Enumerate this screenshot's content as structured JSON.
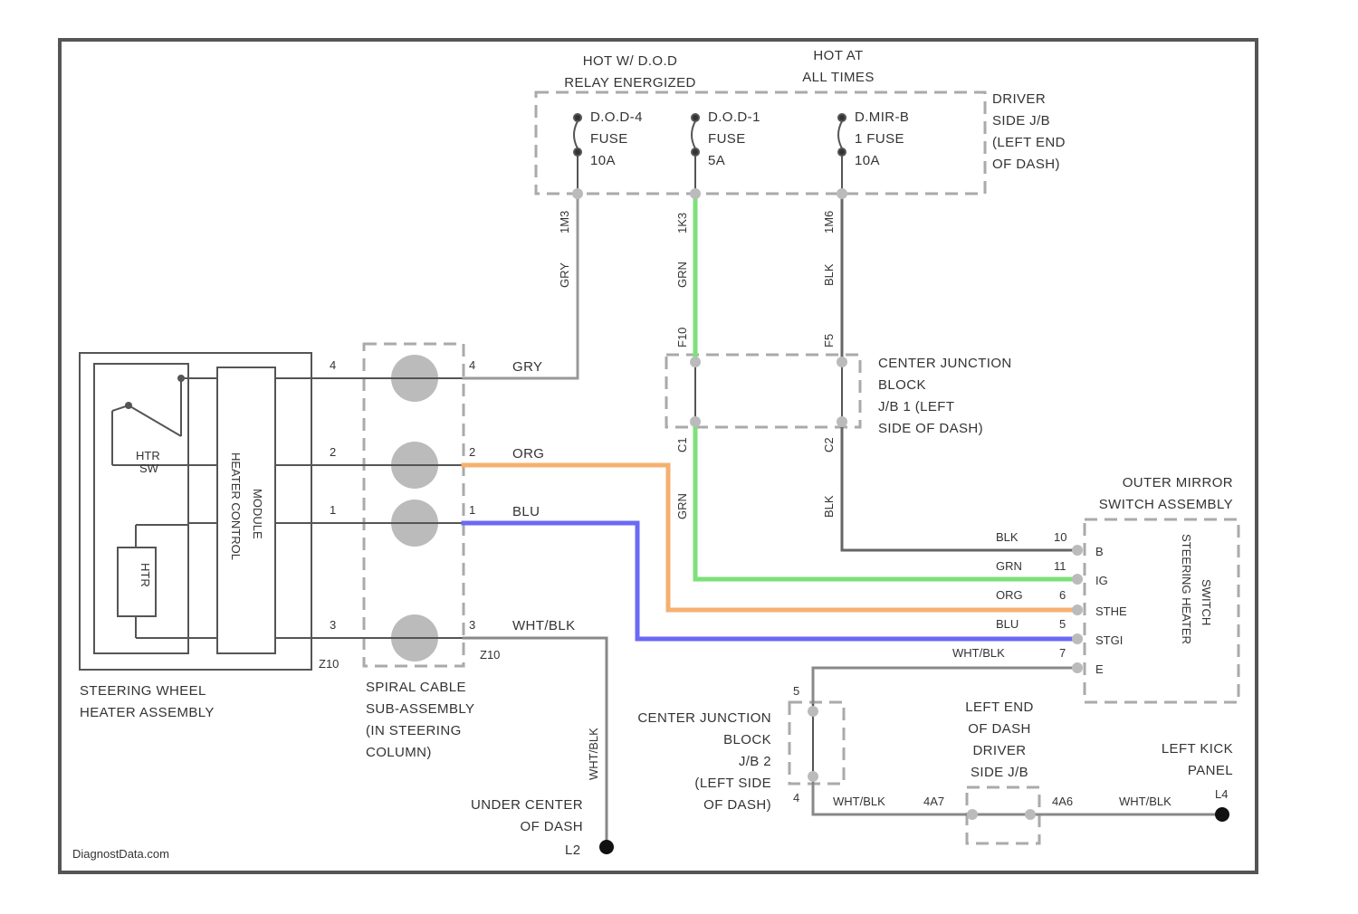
{
  "colors": {
    "frame": "#555555",
    "wire_gry": "#999999",
    "wire_grn": "#7ee07a",
    "wire_org": "#f5b070",
    "wire_blu": "#6a6af5",
    "wire_blk": "#666666"
  },
  "power": {
    "left_header": [
      "HOT W/ D.O.D",
      "RELAY ENERGIZED"
    ],
    "right_header": [
      "HOT AT",
      "ALL TIMES"
    ],
    "fuse1": [
      "D.O.D-4",
      "FUSE",
      "10A"
    ],
    "fuse2": [
      "D.O.D-1",
      "FUSE",
      "5A"
    ],
    "fuse3": [
      "D.MIR-B",
      "1 FUSE",
      "10A"
    ],
    "jb_label": [
      "DRIVER",
      "SIDE J/B",
      "(LEFT END",
      "OF DASH)"
    ],
    "fuse1_pin": "1M3",
    "fuse2_pin": "1K3",
    "fuse3_pin": "1M6"
  },
  "wires": {
    "gry": "GRY",
    "grn": "GRN",
    "org": "ORG",
    "blu": "BLU",
    "blk": "BLK",
    "wht_blk": "WHT/BLK"
  },
  "junction1": {
    "label": [
      "CENTER JUNCTION",
      "BLOCK",
      "J/B 1 (LEFT",
      "SIDE OF DASH)"
    ],
    "grn_in_pin": "F10",
    "blk_in_pin": "F5",
    "grn_out_pin": "C1",
    "blk_out_pin": "C2"
  },
  "steering_heater": {
    "label": [
      "STEERING WHEEL",
      "HEATER ASSEMBLY"
    ],
    "ecu_label": [
      "HEATER CONTROL",
      "MODULE"
    ],
    "switch_label": [
      "HTR",
      "SW"
    ],
    "heater_label": "HTR",
    "connector": "Z10",
    "pins": [
      "4",
      "2",
      "1",
      "3"
    ]
  },
  "spiral_cable": {
    "label": [
      "SPIRAL CABLE",
      "SUB-ASSEMBLY",
      "(IN STEERING",
      "COLUMN)"
    ],
    "right_pins": [
      "4",
      "2",
      "1",
      "3"
    ],
    "connector": "Z10"
  },
  "mirror_switch": {
    "title": [
      "OUTER MIRROR",
      "SWITCH ASSEMBLY"
    ],
    "pins": [
      "B",
      "IG",
      "STHE",
      "STGI",
      "E"
    ],
    "pin_numbers": [
      "10",
      "11",
      "6",
      "5",
      "7"
    ],
    "wire_labels": [
      "BLK",
      "GRN",
      "ORG",
      "BLU",
      "WHT/BLK"
    ],
    "inner_label": [
      "STEERING HEATER",
      "SWITCH"
    ]
  },
  "junction2": {
    "label": [
      "CENTER JUNCTION",
      "BLOCK",
      "J/B 2",
      "(LEFT SIDE",
      "OF DASH)"
    ],
    "pin_top": "5",
    "pin_bottom": "4"
  },
  "driver_jb": {
    "label": [
      "LEFT END",
      "OF DASH",
      "DRIVER",
      "SIDE J/B"
    ],
    "pin_left": "4A7",
    "pin_right": "4A6"
  },
  "grounds": {
    "center": {
      "label": [
        "UNDER CENTER",
        "OF DASH"
      ],
      "id": "L2"
    },
    "left_kick": {
      "label": [
        "LEFT KICK",
        "PANEL"
      ],
      "id": "L4"
    }
  },
  "watermark": "DiagnostData.com"
}
